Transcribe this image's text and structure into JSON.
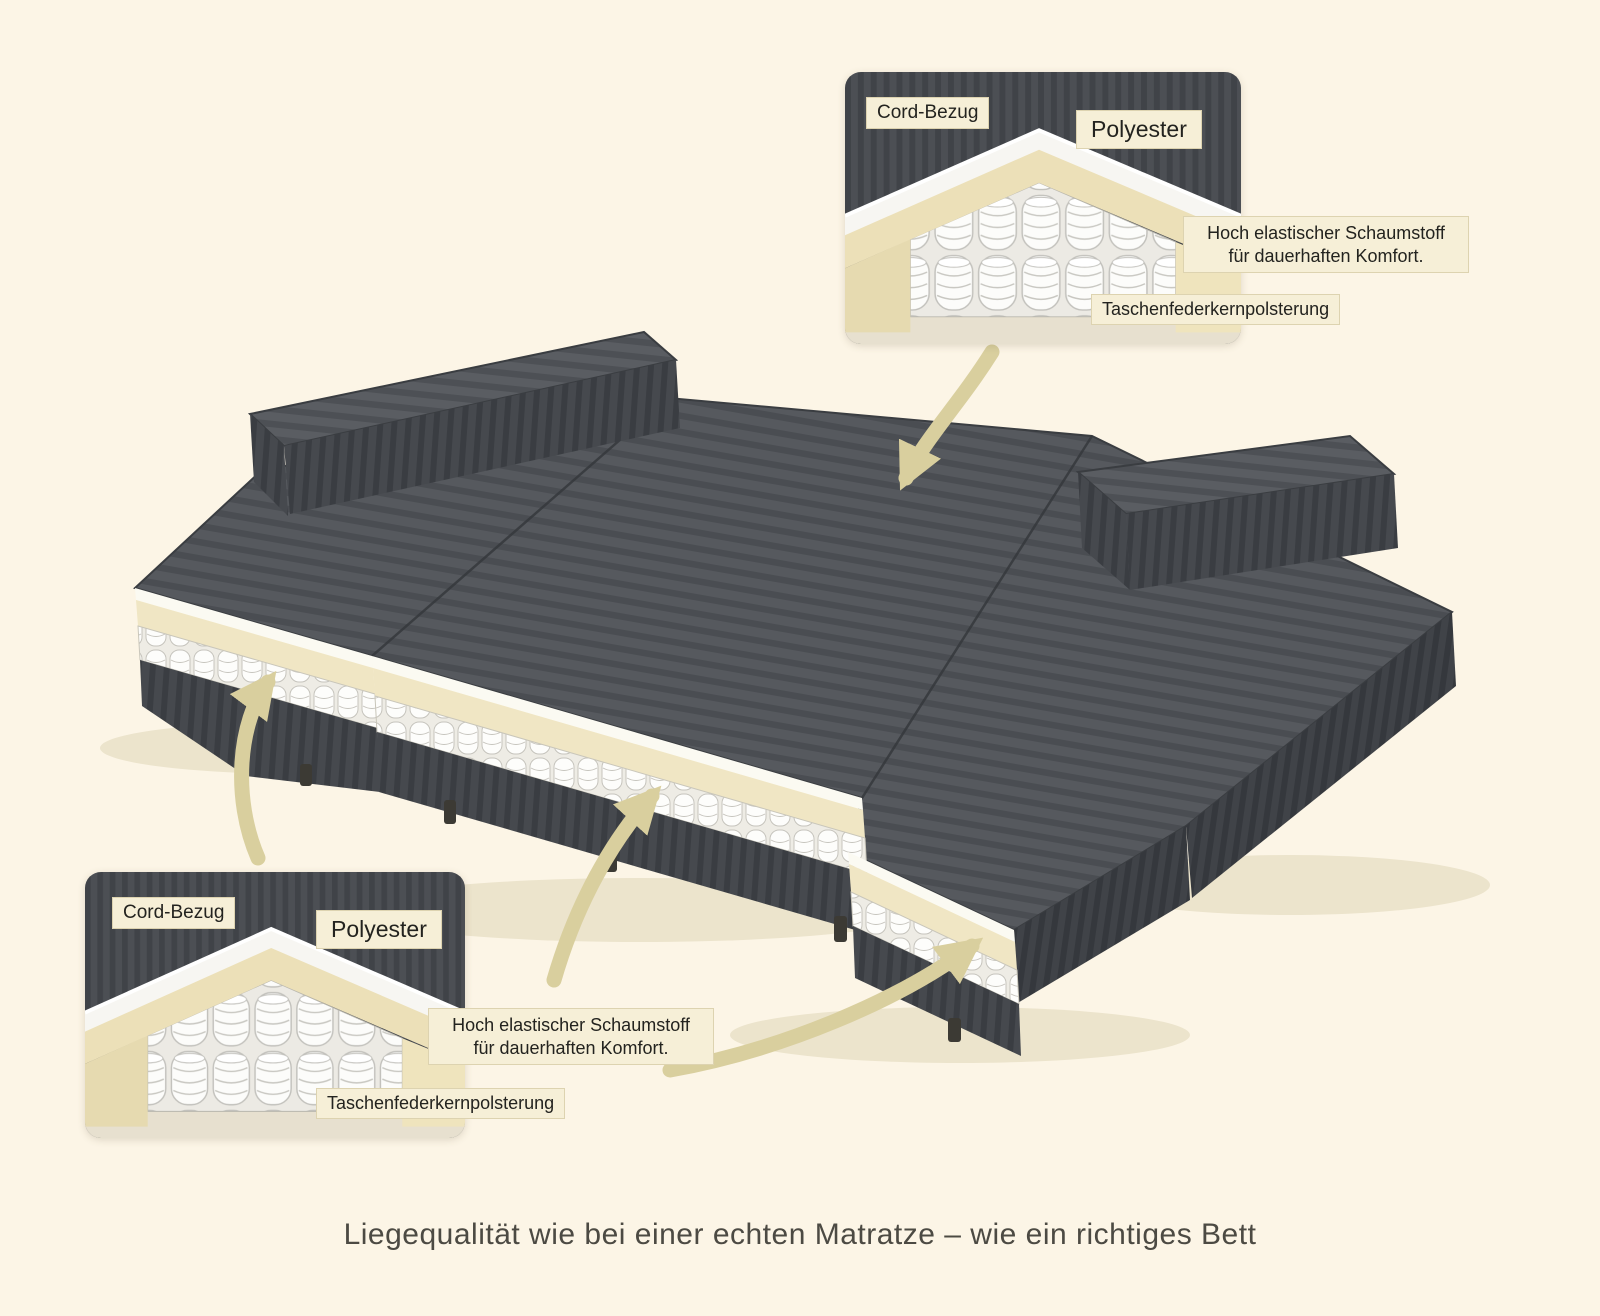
{
  "caption": "Liegequalität wie bei einer echten Matratze – wie ein richtiges Bett",
  "labels": {
    "cord_bezug": "Cord-Bezug",
    "polyester": "Polyester",
    "foam_line1": "Hoch elastischer Schaumstoff",
    "foam_line2": "für dauerhaften Komfort.",
    "springs": "Taschenfederkernpolsterung"
  },
  "colors": {
    "background": "#fcf5e6",
    "sofa_fabric": "#53565b",
    "foam": "#f0e6c4",
    "spring_band": "#f7f6f2",
    "label_background": "#f6efd7",
    "arrow": "#d9cf9e",
    "caption_text": "#4c4a43"
  }
}
